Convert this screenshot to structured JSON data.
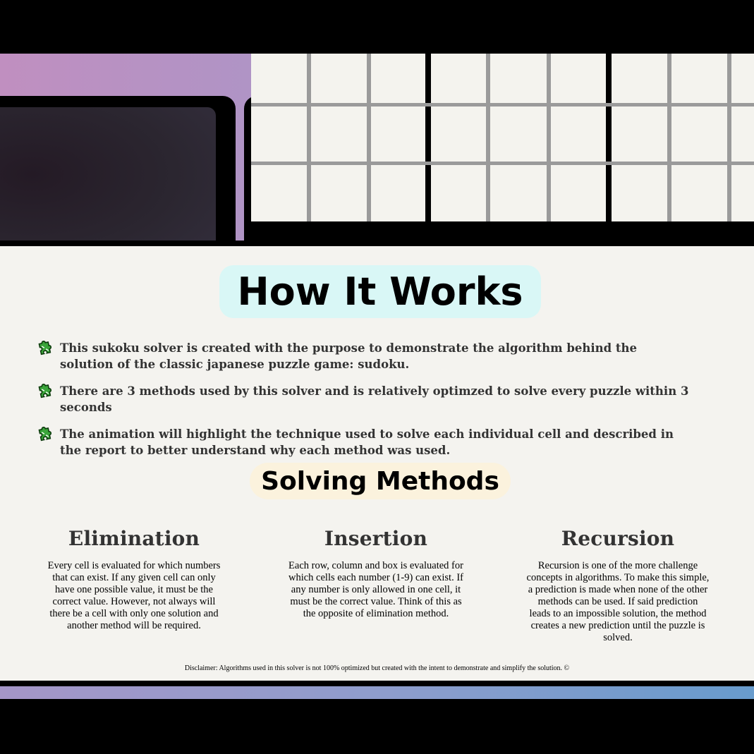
{
  "how_it_works": {
    "title": "How It Works",
    "bullets": [
      "This sukoku solver is created with the purpose to demonstrate the algorithm behind the solution of the classic japanese puzzle game: sudoku.",
      "There are 3 methods used by this solver and is relatively optimzed to solve every puzzle within 3 seconds",
      "The animation will highlight the technique used to solve each individual cell and described in the report to better understand why each method was used."
    ],
    "bullet_icon": "puzzle-piece-icon"
  },
  "solving_methods": {
    "title": "Solving Methods",
    "methods": [
      {
        "name": "Elimination",
        "description": "Every cell is evaluated for which numbers that can exist. If any given cell can only have one possible value, it must be the correct value. However, not always will there be a cell with only one solution and another method will be required."
      },
      {
        "name": "Insertion",
        "description": "Each row, column and box is evaluated for which cells each number (1-9) can exist. If any number is only allowed in one cell, it must be the correct value. Think of this as the opposite of elimination method."
      },
      {
        "name": "Recursion",
        "description": "Recursion is one of the more challenge concepts in algorithms. To make this simple, a prediction is made when none of the other methods can be used. If said prediction leads to an impossible solution, the method creates a new prediction until the puzzle is solved."
      }
    ]
  },
  "disclaimer": "Disclaimer: Algorithms used in this solver is not 100% optimized but created with the intent to demonstrate and simplify the solution. ©",
  "colors": {
    "title_pill": "#d9f7f6",
    "subtitle_pill": "#fbf2dd",
    "icon_green": "#3aa53a",
    "band_start": "#c08fc0",
    "band_end": "#7f9fcf"
  }
}
